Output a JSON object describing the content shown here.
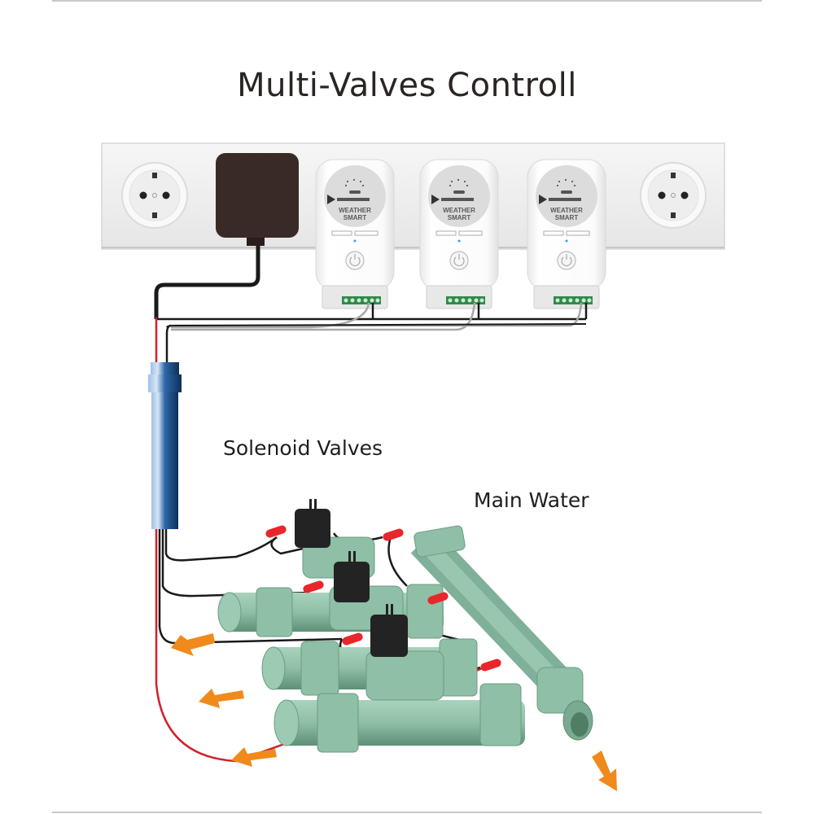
{
  "title": "Multi-Valves Controll",
  "labels": {
    "solenoid_valves": "Solenoid Valves",
    "main_water": "Main Water"
  },
  "wall_panel": {
    "sockets": [
      {
        "position": "left",
        "type": "schuko-socket"
      },
      {
        "position": "right",
        "type": "schuko-socket"
      }
    ],
    "power_adapter": {
      "color": "#3a2a27"
    }
  },
  "controllers": [
    {
      "brand_line1": "WEATHER",
      "brand_line2": "SMART",
      "icon": "sprinkler-icon",
      "button": "power-button"
    },
    {
      "brand_line1": "WEATHER",
      "brand_line2": "SMART",
      "icon": "sprinkler-icon",
      "button": "power-button"
    },
    {
      "brand_line1": "WEATHER",
      "brand_line2": "SMART",
      "icon": "sprinkler-icon",
      "button": "power-button"
    }
  ],
  "colors": {
    "pipe_green": "#8fbfa6",
    "pipe_dark": "#6a9c83",
    "arrow_orange": "#f08a1c",
    "wire_red": "#d0202a",
    "wire_black": "#1a1a1a",
    "wire_gray": "#a8a8a8",
    "connector_red": "#e8262b",
    "tube_blue": "#1f4f86",
    "terminal_green": "#2f8a4a"
  },
  "valve_count": 3,
  "outlet_arrows": 4
}
